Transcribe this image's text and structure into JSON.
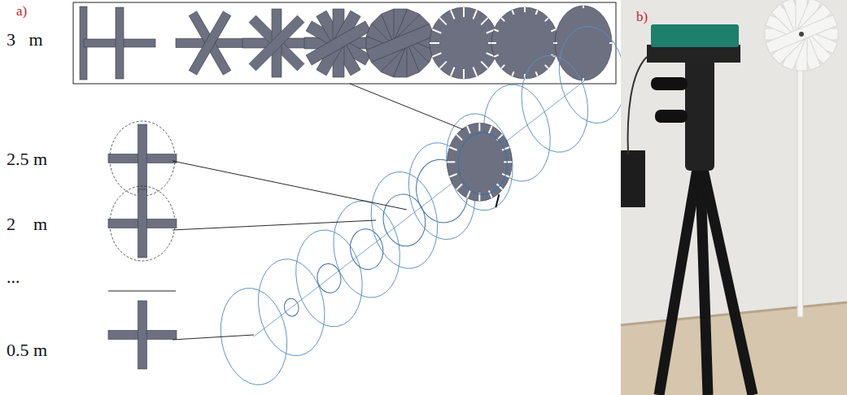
{
  "diagram": {
    "labels": [
      "a)",
      "3   m",
      "2.5 m",
      "2    m",
      "...",
      "0.5 m",
      "b)"
    ]
  }
}
